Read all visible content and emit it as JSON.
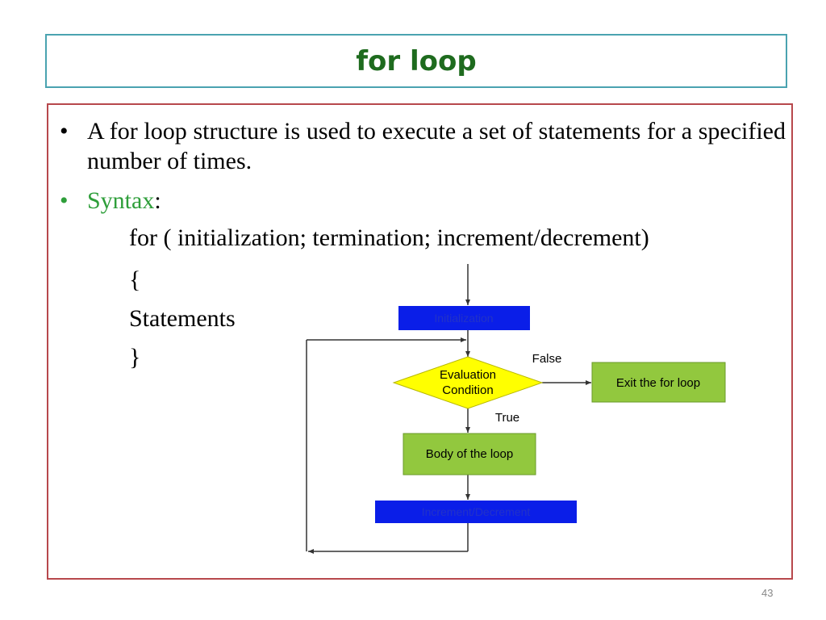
{
  "title": "for loop",
  "bullets": {
    "description": "A for loop structure is used to execute a set of statements for a specified number of times.",
    "syntax_label": "Syntax",
    "syntax_colon": ":"
  },
  "code": {
    "line1": "for ( initialization; termination; increment/decrement)",
    "open_brace": "{",
    "statements": "Statements",
    "close_brace": "}"
  },
  "flowchart": {
    "initialization": "Initialization",
    "evaluation_line1": "Evaluation",
    "evaluation_line2": "Condition",
    "false_label": "False",
    "true_label": "True",
    "exit": "Exit the for loop",
    "body": "Body of the loop",
    "increment": "Increment/Decrement"
  },
  "colors": {
    "title_border": "#4aa3b0",
    "title_text": "#1e6b1e",
    "content_border": "#b7484c",
    "syntax_green": "#2e9e3a",
    "blue_box": "#0a1ee8",
    "green_box": "#92c83e",
    "diamond": "#ffff00"
  },
  "page_number": "43"
}
